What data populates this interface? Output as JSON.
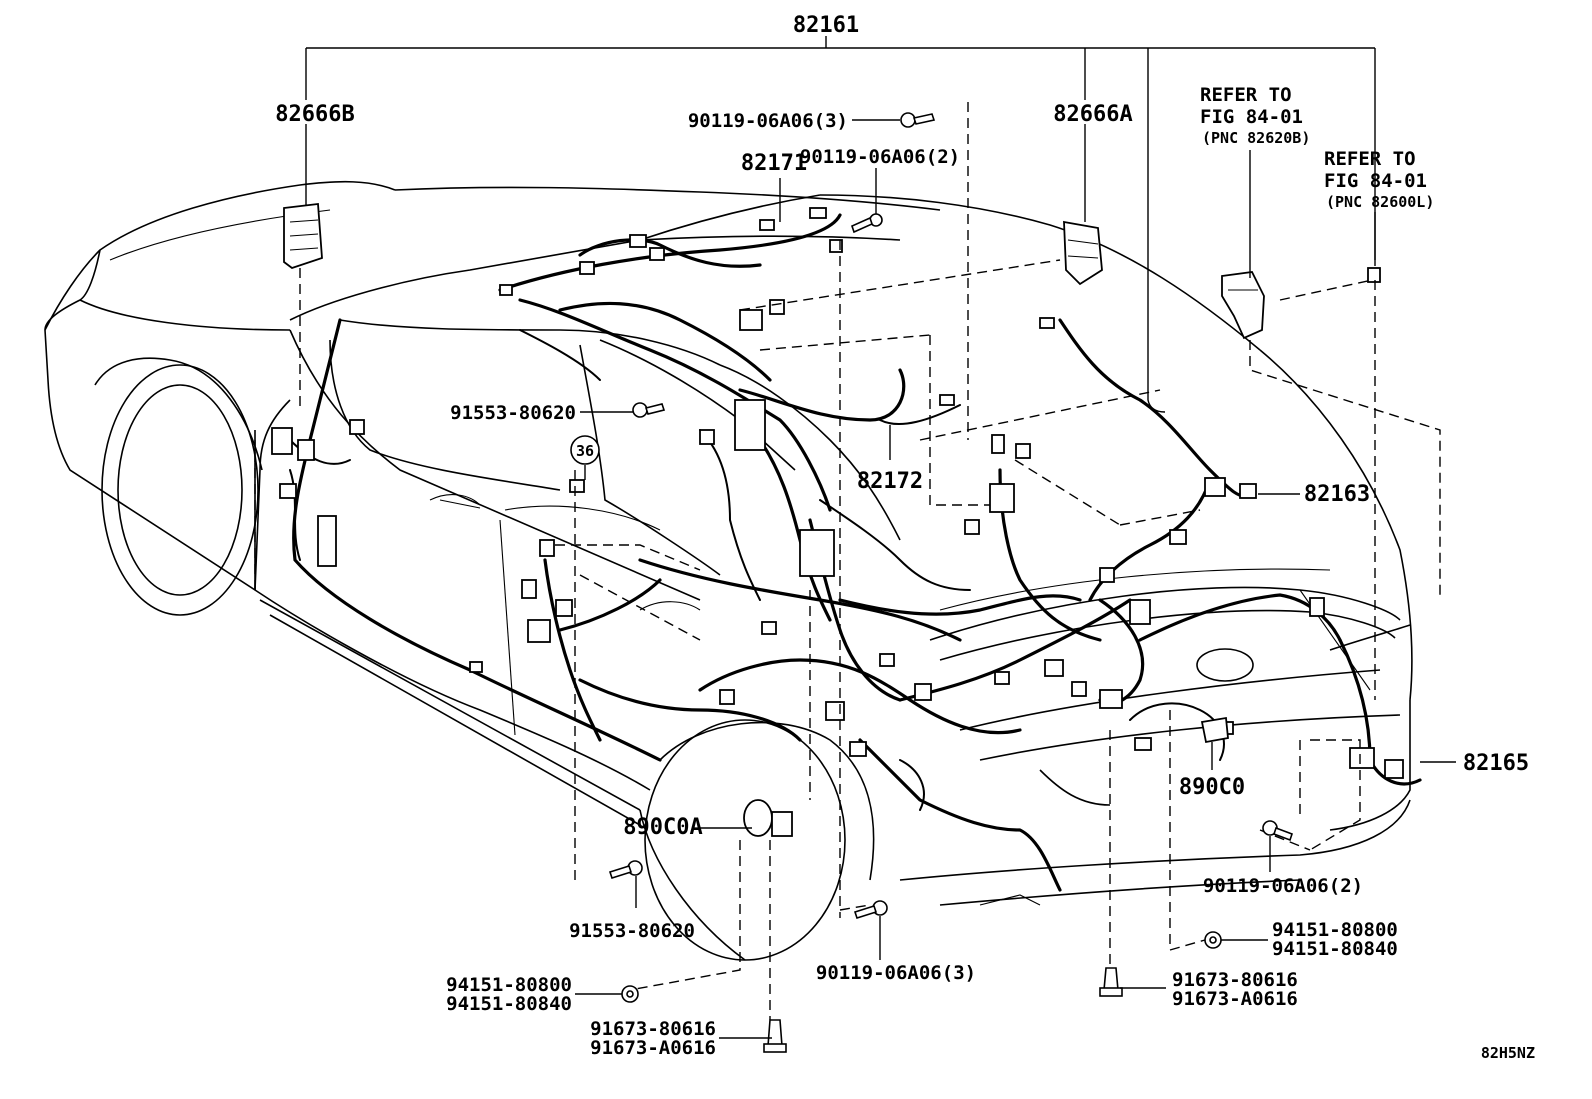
{
  "diagram": {
    "figure_code": "82H5NZ",
    "labels": {
      "main_harness": "82161",
      "junction_block_b": "82666B",
      "junction_block_a": "82666A",
      "harness_82171": "82171",
      "harness_82172": "82172",
      "harness_82163": "82163",
      "harness_82165": "82165",
      "sensor_890c0": "890C0",
      "sensor_890c0a": "890C0A",
      "callout_36": "36",
      "refer_1_line1": "REFER TO",
      "refer_1_line2": "FIG 84-01",
      "refer_1_line3": "(PNC 82620B)",
      "refer_2_line1": "REFER TO",
      "refer_2_line2": "FIG 84-01",
      "refer_2_line3": "(PNC 82600L)",
      "bolt_top_3": "90119-06A06(3)",
      "bolt_top_2": "90119-06A06(2)",
      "screw_91553_upper": "91553-80620",
      "screw_91553_lower": "91553-80620",
      "bolt_bottom_3": "90119-06A06(3)",
      "bolt_right_2": "90119-06A06(2)",
      "clip_left_1": "94151-80800",
      "clip_left_2": "94151-80840",
      "clip_right_1": "94151-80800",
      "clip_right_2": "94151-80840",
      "bolt_left_1": "91673-80616",
      "bolt_left_2": "91673-A0616",
      "bolt_right_1": "91673-80616",
      "bolt_right_2_code": "91673-A0616"
    }
  }
}
